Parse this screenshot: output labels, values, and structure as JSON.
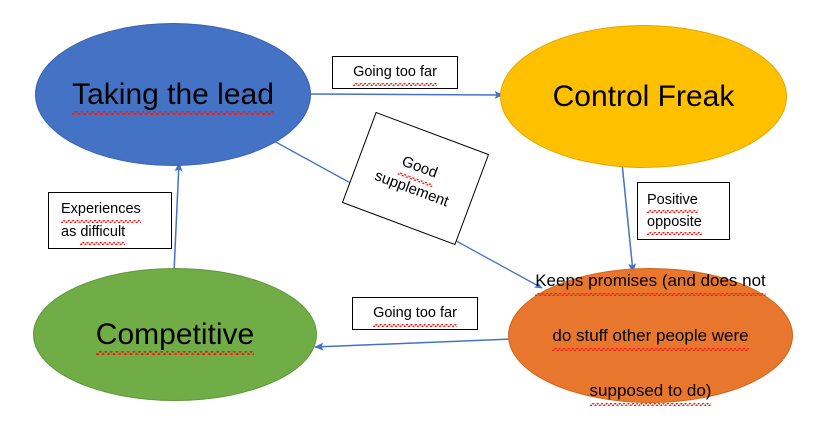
{
  "diagram": {
    "title": "Taking the lead / Control Freak behaviour cycle",
    "background_color": "#FFFFFF",
    "connector_color": "#4472C4",
    "spellcheck_underline_color": "#E8231C"
  },
  "nodes": [
    {
      "id": "taking-the-lead",
      "label": "Taking the lead",
      "shape": "ellipse",
      "fill": "#4472C4",
      "text_color": "#000000"
    },
    {
      "id": "control-freak",
      "label": "Control Freak",
      "shape": "ellipse",
      "fill": "#FFC000",
      "text_color": "#000000"
    },
    {
      "id": "competitive",
      "label": "Competitive",
      "shape": "ellipse",
      "fill": "#70AD47",
      "text_color": "#000000"
    },
    {
      "id": "keeps-promises",
      "label_line1": "Keeps promises (and does not",
      "label_line2": "do stuff other people were",
      "label_line3": "supposed to do)",
      "shape": "ellipse",
      "fill": "#E8762C",
      "text_color": "#000000"
    }
  ],
  "edge_labels": {
    "going_too_far_top": "Going too far",
    "going_too_far_bottom": "Going too far",
    "experiences_line1": "Experiences",
    "experiences_line2": "as difficult",
    "positive_line1": "Positive",
    "positive_line2": "opposite",
    "good_supplement_line1": "Good",
    "good_supplement_line2": "supplement"
  },
  "edges": [
    {
      "id": "lead-to-control",
      "from": "taking-the-lead",
      "to": "control-freak",
      "label": "Going too far"
    },
    {
      "id": "control-to-keeps",
      "from": "control-freak",
      "to": "keeps-promises",
      "label": "Positive opposite"
    },
    {
      "id": "lead-to-keeps",
      "from": "taking-the-lead",
      "to": "keeps-promises",
      "label": "Good supplement"
    },
    {
      "id": "keeps-to-competitive",
      "from": "keeps-promises",
      "to": "competitive",
      "label": "Going too far"
    },
    {
      "id": "competitive-to-lead",
      "from": "competitive",
      "to": "taking-the-lead",
      "label": "Experiences as difficult"
    }
  ]
}
